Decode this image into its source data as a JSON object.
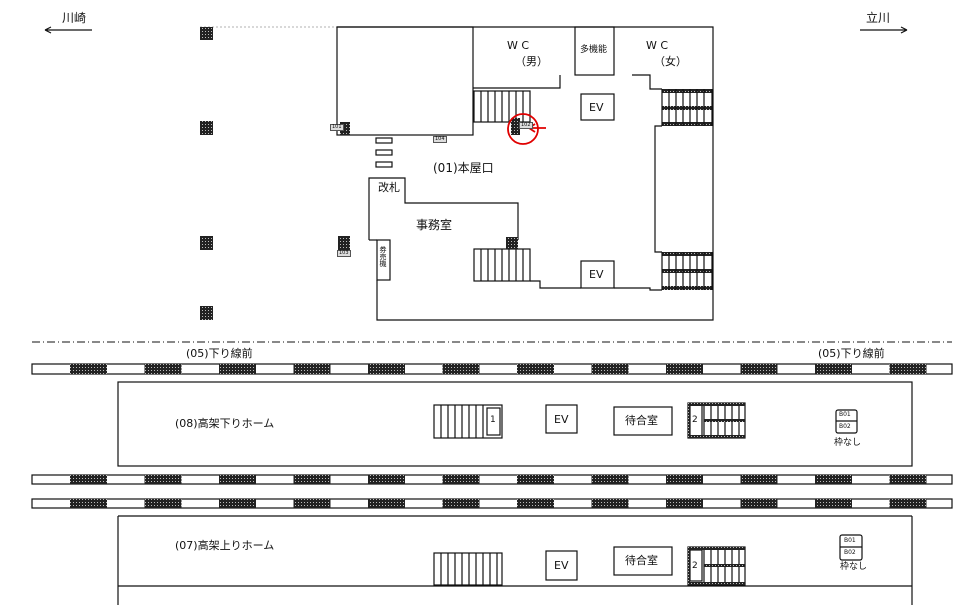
{
  "directions": {
    "left": "川崎",
    "right": "立川"
  },
  "concourse": {
    "wc_male": [
      "W C",
      "（男）"
    ],
    "wc_female": [
      "W C",
      "（女）"
    ],
    "multipurpose": "多機能",
    "ev": "EV",
    "entrance": "(01)本屋口",
    "ticket_gate": "改札",
    "office": "事務室",
    "ticket_machine": "券売機",
    "pillar_labels": [
      "101",
      "102",
      "103",
      "104"
    ]
  },
  "tracks": {
    "label_left": "(05)下り線前",
    "label_right": "(05)下り線前"
  },
  "platform_down": {
    "name": "(08)高架下りホーム",
    "ev": "EV",
    "waiting_room": "待合室",
    "stair_1": "1",
    "stair_2": "2",
    "b01": "B01",
    "b02": "B02",
    "note": "枠なし"
  },
  "platform_up": {
    "name": "(07)高架上りホーム",
    "ev": "EV",
    "waiting_room": "待合室",
    "stair_2": "2",
    "b01": "B01",
    "b02": "B02",
    "note": "枠なし"
  },
  "colors": {
    "highlight": "#e00000",
    "line": "#111111"
  }
}
